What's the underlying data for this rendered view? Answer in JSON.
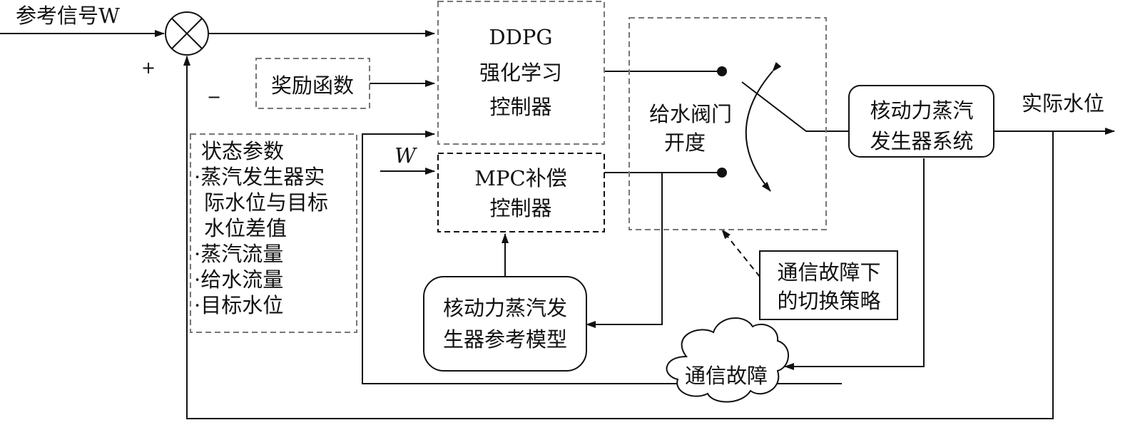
{
  "signals": {
    "reference": "参考信号W",
    "actual_level": "实际水位",
    "plus": "+",
    "minus": "−",
    "w_input": "W"
  },
  "blocks": {
    "ddpg": [
      "DDPG",
      "强化学习",
      "控制器"
    ],
    "reward": "奖励函数",
    "mpc": [
      "MPC补偿",
      "控制器"
    ],
    "valve": [
      "给水阀门",
      "开度"
    ],
    "plant": [
      "核动力蒸汽",
      "发生器系统"
    ],
    "ref_model": [
      "核动力蒸汽发",
      "生器参考模型"
    ],
    "switch_strategy": [
      "通信故障下",
      "的切换策略"
    ],
    "comm_fault": "通信故障"
  },
  "state_params": {
    "title": "状态参数",
    "lines": [
      "·蒸汽发生器实",
      "际水位与目标",
      "水位差值",
      "·蒸汽流量",
      "·给水流量",
      "·目标水位"
    ]
  }
}
